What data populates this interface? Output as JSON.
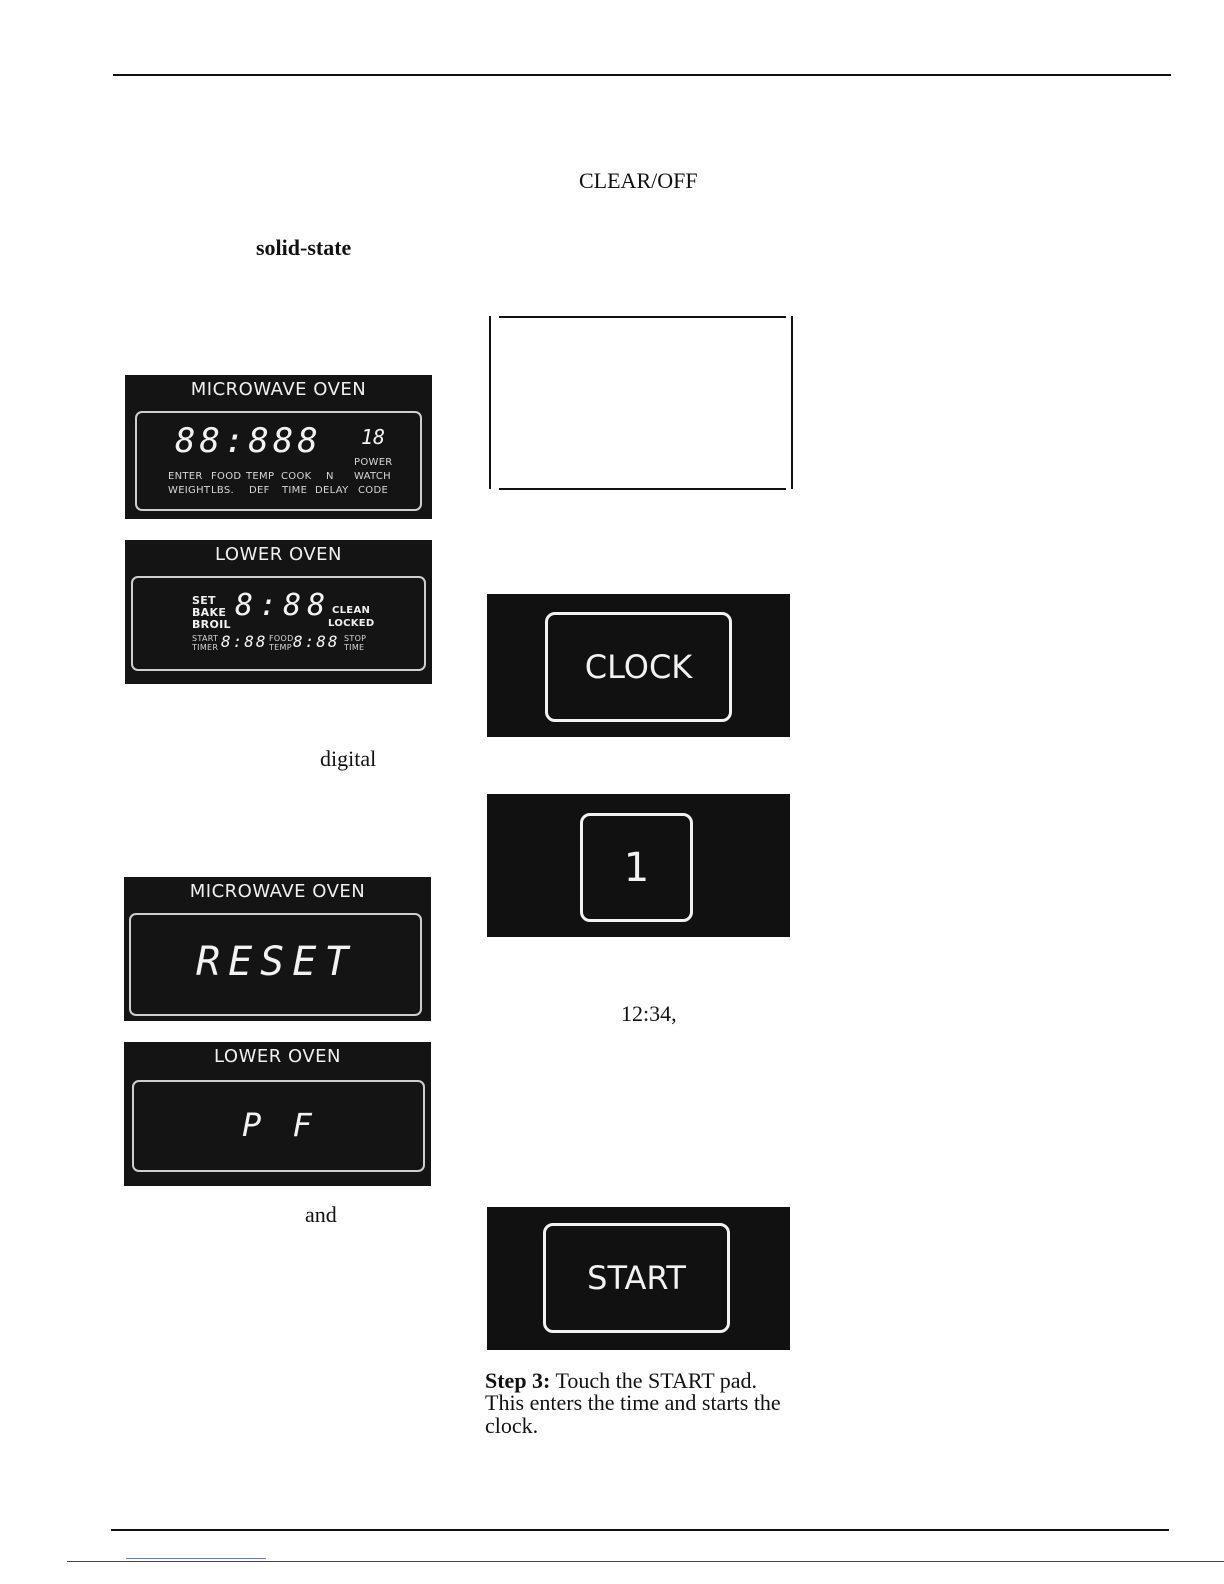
{
  "page": {
    "fragments": {
      "clear_off": "CLEAR/OFF",
      "solid_state": "solid-state",
      "digital": "digital",
      "time_example": "12:34,",
      "and": "and"
    },
    "step3": {
      "label": "Step 3:",
      "line1": "Touch the START pad.",
      "line2": "This enters the time and starts the",
      "line3": "clock."
    }
  },
  "displays": {
    "microwave_test": {
      "title": "MICROWAVE OVEN",
      "digits": "88:888",
      "power_digits": "18",
      "row1": [
        "ENTER",
        "FOOD",
        "TEMP",
        "COOK",
        "N",
        "POWER",
        "WATCH"
      ],
      "row1_labels": {
        "enter": "ENTER",
        "food": "FOOD",
        "temp": "TEMP",
        "cook": "COOK",
        "n": "N",
        "power": "POWER",
        "watch": "WATCH"
      },
      "row2_labels": {
        "weight": "WEIGHT",
        "lbs": "LBS.",
        "def": "DEF",
        "time": "TIME",
        "delay": "DELAY",
        "code": "CODE"
      }
    },
    "lower_oven_test": {
      "title": "LOWER OVEN",
      "labels": {
        "set": "SET",
        "bake": "BAKE",
        "broil": "BROIL",
        "clean": "CLEAN",
        "locked": "LOCKED",
        "start": "START",
        "timer": "TIMER",
        "food": "FOOD",
        "temp": "TEMP",
        "stop": "STOP",
        "time": "TIME"
      },
      "main_digits": "8:88",
      "small_digits_1": "8:88",
      "small_digits_2": "8:88"
    },
    "microwave_reset": {
      "title": "MICROWAVE OVEN",
      "text": "RESET"
    },
    "lower_oven_pf": {
      "title": "LOWER OVEN",
      "text": "P F"
    }
  },
  "keypads": {
    "clock": "CLOCK",
    "one": "1",
    "start": "START"
  }
}
